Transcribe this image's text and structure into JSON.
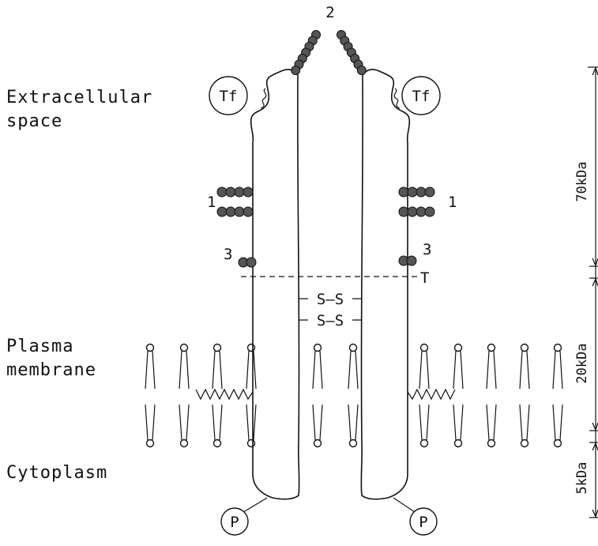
{
  "regions": {
    "extracellular_line1": "Extracellular",
    "extracellular_line2": "space",
    "membrane_line1": "Plasma",
    "membrane_line2": "membrane",
    "cytoplasm": "Cytoplasm"
  },
  "labels": {
    "tf_left": "Tf",
    "tf_right": "Tf",
    "site_1_left": "1",
    "site_1_right": "1",
    "site_2": "2",
    "site_3_left": "3",
    "site_3_right": "3",
    "cleavage_site": "T",
    "disulfide_1": "S–S",
    "disulfide_2": "S–S",
    "phosphate_left": "P",
    "phosphate_right": "P"
  },
  "domain_masses": {
    "extracellular": "70kDa",
    "transmembrane": "20kDa",
    "cytoplasmic": "5kDa"
  }
}
